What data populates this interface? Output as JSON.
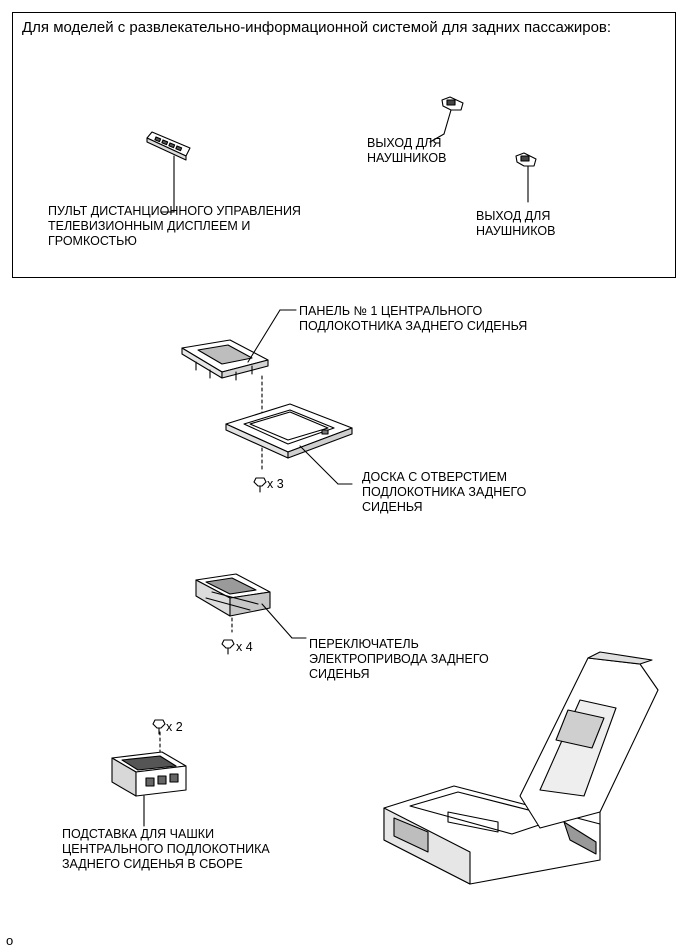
{
  "box": {
    "title": "Для моделей с развлекательно-информационной системой для задних пассажиров:",
    "labels": {
      "remote": "ПУЛЬТ ДИСТАНЦИОННОГО УПРАВЛЕНИЯ\nТЕЛЕВИЗИОННЫМ ДИСПЛЕЕМ И\nГРОМКОСТЬЮ",
      "headphone_1": "ВЫХОД ДЛЯ\nНАУШНИКОВ",
      "headphone_2": "ВЫХОД ДЛЯ\nНАУШНИКОВ"
    }
  },
  "parts": {
    "panel_no1": "ПАНЕЛЬ № 1 ЦЕНТРАЛЬНОГО\nПОДЛОКОТНИКА ЗАДНЕГО СИДЕНЬЯ",
    "hole_board": "ДОСКА С ОТВЕРСТИЕМ\nПОДЛОКОТНИКА ЗАДНЕГО\nСИДЕНЬЯ",
    "power_switch": "ПЕРЕКЛЮЧАТЕЛЬ\nЭЛЕКТРОПРИВОДА ЗАДНЕГО\nСИДЕНЬЯ",
    "cup_holder": "ПОДСТАВКА ДЛЯ ЧАШКИ\nЦЕНТРАЛЬНОГО ПОДЛОКОТНИКА\nЗАДНЕГО СИДЕНЬЯ В СБОРЕ"
  },
  "quantities": {
    "board_screws": "x 3",
    "switch_screws": "x 4",
    "cup_screws": "x 2"
  },
  "footer": "o"
}
